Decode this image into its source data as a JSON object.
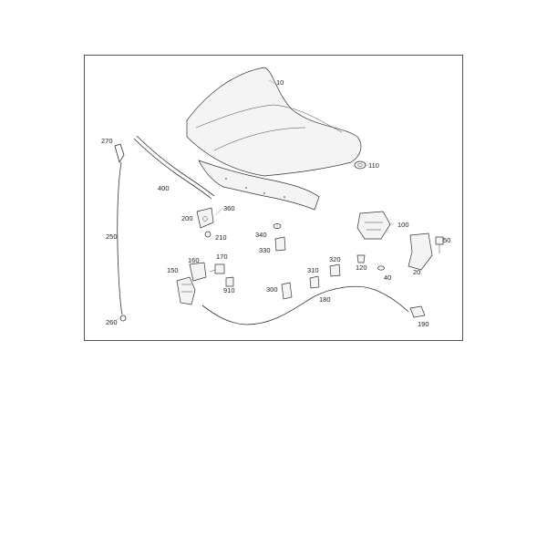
{
  "callouts": {
    "c10": "10",
    "c20": "20",
    "c40": "40",
    "c50": "50",
    "c100": "100",
    "c110": "110",
    "c120": "120",
    "c150": "150",
    "c160": "160",
    "c170": "170",
    "c180": "180",
    "c190": "190",
    "c200": "200",
    "c210": "210",
    "c250": "250",
    "c260": "260",
    "c270": "270",
    "c300": "300",
    "c310": "310",
    "c320": "320",
    "c330": "330",
    "c340": "340",
    "c360": "360",
    "c400": "400",
    "c910": "910"
  }
}
